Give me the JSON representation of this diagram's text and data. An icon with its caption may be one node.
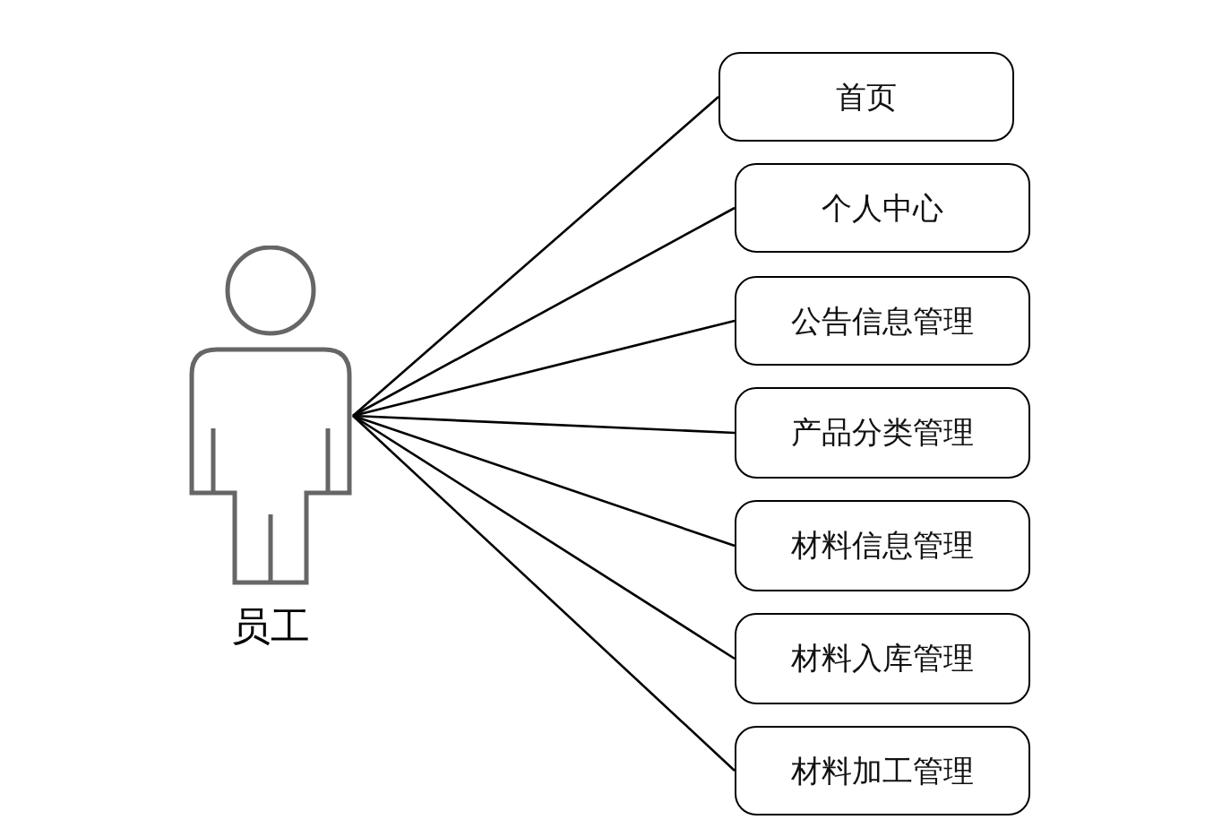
{
  "diagram": {
    "nodes": [
      {
        "text": [
          "员工"
        ]
      },
      {
        "text": [
          "首页"
        ]
      },
      {
        "text": [
          "个人中心"
        ]
      },
      {
        "text": [
          "公告信息管理"
        ]
      },
      {
        "text": [
          "产品分类管理"
        ]
      },
      {
        "text": [
          "材料信息管理"
        ]
      },
      {
        "text": [
          "材料入库管理"
        ]
      },
      {
        "text": [
          "材料加工管理"
        ]
      }
    ],
    "edges": [
      {
        "from": 0,
        "to": 1,
        "arrow": "none"
      },
      {
        "from": 0,
        "to": 2,
        "arrow": "none"
      },
      {
        "from": 0,
        "to": 3,
        "arrow": "none"
      },
      {
        "from": 0,
        "to": 4,
        "arrow": "none"
      },
      {
        "from": 0,
        "to": 5,
        "arrow": "none"
      },
      {
        "from": 0,
        "to": 6,
        "arrow": "none"
      },
      {
        "from": 0,
        "to": 7,
        "arrow": "none"
      }
    ]
  }
}
